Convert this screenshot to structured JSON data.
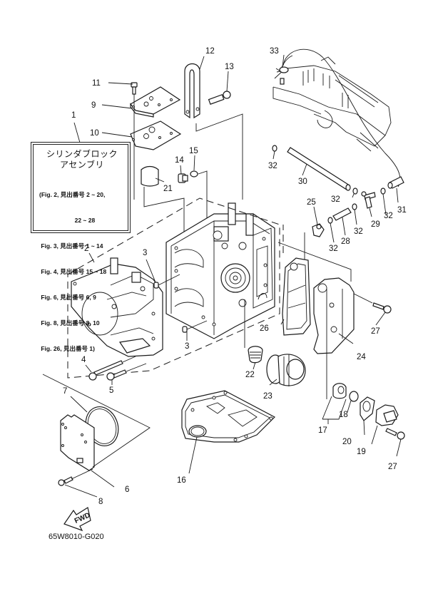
{
  "diagram": {
    "drawing_code": "65W8010-G020",
    "fwd_label": "FWD",
    "info_box": {
      "title_line1": "シリンダブロック",
      "title_line2": "アセンブリ",
      "lines": [
        "(Fig. 2, 見出番号 2 ~ 20,",
        "                     22 ~ 28",
        " Fig. 3, 見出番号 1 ~ 14",
        " Fig. 4, 見出番号 15 ~ 18",
        " Fig. 6, 見出番号 6, 9",
        " Fig. 8, 見出番号 8, 10",
        " Fig. 26, 見出番号 1)"
      ]
    },
    "callouts": {
      "c1": "1",
      "c2": "2",
      "c3a": "3",
      "c3b": "3",
      "c4": "4",
      "c5": "5",
      "c6": "6",
      "c7": "7",
      "c8": "8",
      "c9": "9",
      "c10": "10",
      "c11": "11",
      "c12": "12",
      "c13": "13",
      "c14": "14",
      "c15": "15",
      "c16": "16",
      "c17": "17",
      "c18": "18",
      "c19": "19",
      "c20": "20",
      "c21": "21",
      "c22": "22",
      "c23": "23",
      "c24": "24",
      "c25": "25",
      "c26": "26",
      "c27a": "27",
      "c27b": "27",
      "c28": "28",
      "c29": "29",
      "c30": "30",
      "c31": "31",
      "c32a": "32",
      "c32b": "32",
      "c32c": "32",
      "c32d": "32",
      "c32e": "32",
      "c33": "33"
    }
  }
}
